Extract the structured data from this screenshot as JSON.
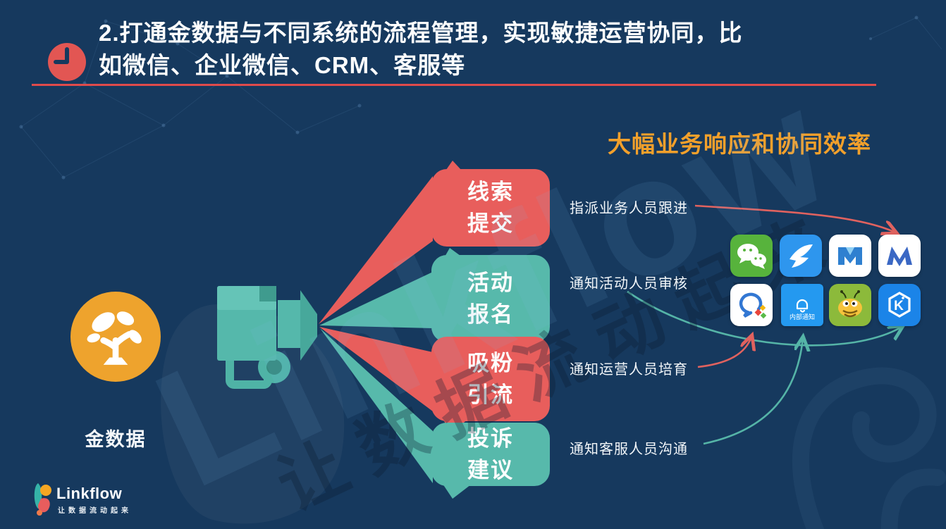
{
  "title": {
    "line1": "2.打通金数据与不同系统的流程管理，实现敏捷运营协同，比",
    "line2": "如微信、企业微信、CRM、客服等"
  },
  "source": {
    "label": "金数据"
  },
  "funnels": [
    {
      "line1": "线索",
      "line2": "提交",
      "color": "#E85E5C"
    },
    {
      "line1": "活动",
      "line2": "报名",
      "color": "#57B9AB"
    },
    {
      "line1": "吸粉",
      "line2": "引流",
      "color": "#E85E5C"
    },
    {
      "line1": "投诉",
      "line2": "建议",
      "color": "#57B9AB"
    }
  ],
  "right": {
    "heading": "大幅业务响应和协同效率",
    "flows": [
      {
        "label": "指派业务人员跟进",
        "arrow_color": "#E0625F"
      },
      {
        "label": "通知活动人员审核",
        "arrow_color": "#55B4A7"
      },
      {
        "label": "通知运营人员培育",
        "arrow_color": "#E0625F"
      },
      {
        "label": "通知客服人员沟通",
        "arrow_color": "#55B4A7"
      }
    ]
  },
  "apps": {
    "row1": [
      "wechat",
      "dingtalk",
      "mingdao-mail-m",
      "crm-m"
    ],
    "row2": [
      "wecom",
      "internal-notice",
      "bee-service",
      "kf5"
    ],
    "internal_notice_label": "内部通知"
  },
  "logo": {
    "name": "Linkflow",
    "tagline": "让数据流动起来"
  },
  "watermark": {
    "text": "Linkflow",
    "tagline": "让数据流动起来"
  },
  "colors": {
    "background": "#16395E",
    "red": "#E85E5C",
    "teal": "#57B9AB",
    "orange_heading": "#F2A02B",
    "source_circle": "#EEA32D",
    "underline": "#E04B4B",
    "text": "#FDFEFE"
  }
}
